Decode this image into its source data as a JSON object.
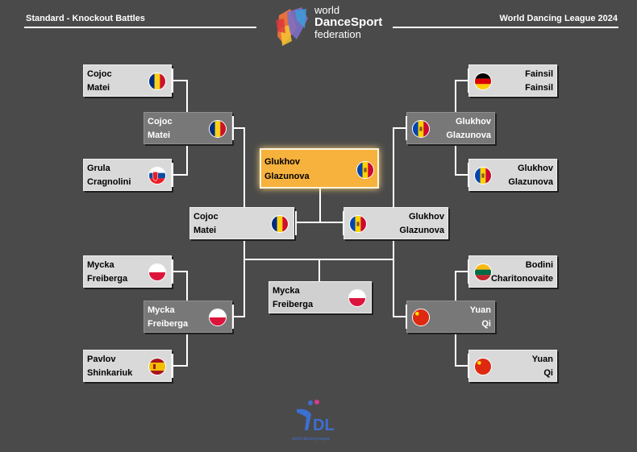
{
  "header": {
    "left_title": "Standard - Knockout Battles",
    "right_title": "World Dancing League 2024",
    "logo_lines": [
      "world",
      "DanceSport",
      "federation"
    ]
  },
  "bracket": {
    "left_r1": [
      {
        "name1": "Cojoc",
        "name2": "Matei",
        "flag": "romania-flag"
      },
      {
        "name1": "Grula",
        "name2": "Cragnolini",
        "flag": "slovakia-flag"
      },
      {
        "name1": "Mycka",
        "name2": "Freiberga",
        "flag": "poland-flag"
      },
      {
        "name1": "Pavlov",
        "name2": "Shinkariuk",
        "flag": "spain-flag"
      }
    ],
    "left_r2": [
      {
        "name1": "Cojoc",
        "name2": "Matei",
        "flag": "romania-flag"
      },
      {
        "name1": "Mycka",
        "name2": "Freiberga",
        "flag": "poland-flag"
      }
    ],
    "right_r1": [
      {
        "name1": "Fainsil",
        "name2": "Fainsil",
        "flag": "germany-flag"
      },
      {
        "name1": "Glukhov",
        "name2": "Glazunova",
        "flag": "moldova-flag"
      },
      {
        "name1": "Bodini",
        "name2": "Charitonovaite",
        "flag": "lithuania-flag"
      },
      {
        "name1": "Yuan",
        "name2": "Qi",
        "flag": "china-flag"
      }
    ],
    "right_r2": [
      {
        "name1": "Glukhov",
        "name2": "Glazunova",
        "flag": "moldova-flag"
      },
      {
        "name1": "Yuan",
        "name2": "Qi",
        "flag": "china-flag"
      }
    ],
    "final_left": {
      "name1": "Cojoc",
      "name2": "Matei",
      "flag": "romania-flag"
    },
    "final_right": {
      "name1": "Glukhov",
      "name2": "Glazunova",
      "flag": "moldova-flag"
    },
    "winner": {
      "name1": "Glukhov",
      "name2": "Glazunova",
      "flag": "moldova-flag"
    },
    "third_place": {
      "name1": "Mycka",
      "name2": "Freiberga",
      "flag": "poland-flag"
    }
  },
  "footer": {
    "logo_text": "DL",
    "logo_caption": "world dancing league"
  },
  "colors": {
    "background": "#4a4a4a",
    "winner": "#f6b23d",
    "box_light": "#d9d9d9",
    "box_dark": "#787878"
  }
}
